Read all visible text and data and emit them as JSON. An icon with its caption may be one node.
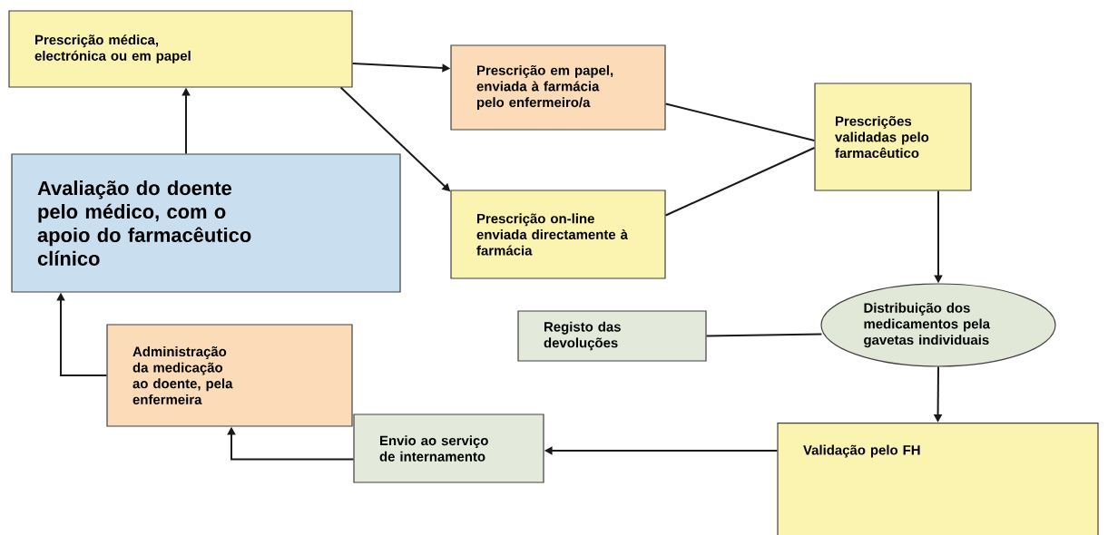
{
  "diagram": {
    "nodes": [
      {
        "text": [
          "Prescrição médica, electrónica ou em papel"
        ]
      },
      {
        "text": [
          "Prescrição em papel, enviada à farmácia pelo enfermeiro/a"
        ]
      },
      {
        "text": [
          "Prescrições validadas pelo farmacêutico"
        ]
      },
      {
        "text": [
          "Avaliação do doente pelo médico, com o apoio do farmacêutico clínico"
        ]
      },
      {
        "text": [
          "Prescrição on-line enviada directamente à farmácia"
        ]
      },
      {
        "text": [
          "Distribuição dos medicamentos pela gavetas individuais"
        ]
      },
      {
        "text": [
          "Registo das devoluções"
        ]
      },
      {
        "text": [
          "Administração da medicação ao doente, pela enfermeira"
        ]
      },
      {
        "text": [
          "Envio ao serviço de internamento"
        ]
      },
      {
        "text": [
          "Validação pelo FH"
        ]
      }
    ],
    "edges": [
      {
        "from": 3,
        "to": 0,
        "arrow": "to"
      },
      {
        "from": 0,
        "to": 1,
        "arrow": "to"
      },
      {
        "from": 0,
        "to": 4,
        "arrow": "to"
      },
      {
        "from": 1,
        "to": 2,
        "arrow": "none"
      },
      {
        "from": 4,
        "to": 2,
        "arrow": "none"
      },
      {
        "from": 2,
        "to": 5,
        "arrow": "to"
      },
      {
        "from": 5,
        "to": 6,
        "arrow": "none"
      },
      {
        "from": 5,
        "to": 9,
        "arrow": "to"
      },
      {
        "from": 9,
        "to": 8,
        "arrow": "to"
      },
      {
        "from": 8,
        "to": 7,
        "arrow": "to"
      },
      {
        "from": 7,
        "to": 3,
        "arrow": "to"
      }
    ]
  }
}
